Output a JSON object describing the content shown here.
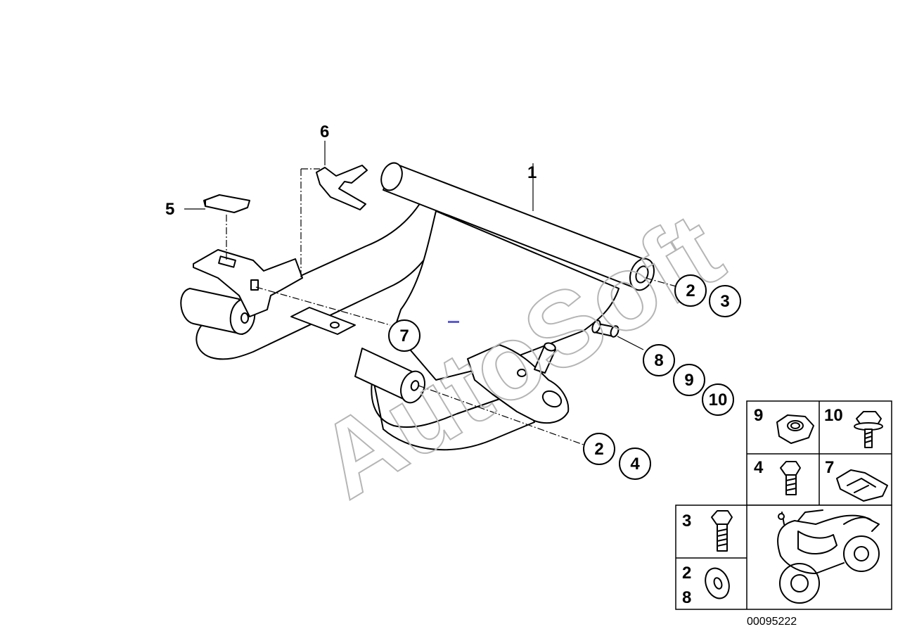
{
  "diagram": {
    "watermark": "AutoSoft",
    "diagram_id": "00095222",
    "callouts": {
      "c1": "1",
      "c2a": "2",
      "c3a": "3",
      "c2b": "2",
      "c4": "4",
      "c5": "5",
      "c6": "6",
      "c7": "7",
      "c8": "8",
      "c9": "9",
      "c10": "10"
    },
    "legend": {
      "cell_9": "9",
      "cell_10": "10",
      "cell_4": "4",
      "cell_7": "7",
      "cell_3": "3",
      "cell_2": "2",
      "cell_8": "8"
    },
    "icons": [
      "hex-nut-icon",
      "bolt-icon",
      "hex-screw-icon",
      "clip-nut-icon",
      "washer-icon",
      "motorcycle-icon"
    ],
    "marker_color": "#5a5ae0"
  }
}
